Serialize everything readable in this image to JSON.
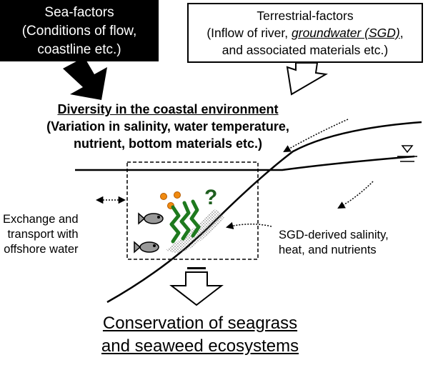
{
  "sea_factors": {
    "title": "Sea-factors",
    "line2": "(Conditions of flow,",
    "line3": "coastline etc.)"
  },
  "terrestrial_factors": {
    "title": "Terrestrial-factors",
    "line2_prefix": "(Inflow of river, ",
    "line2_emph": "groundwater (SGD)",
    "line2_suffix": ",",
    "line3": "and associated materials etc.)"
  },
  "diversity": {
    "title": "Diversity in the coastal environment",
    "line2": "(Variation in salinity, water temperature,",
    "line3": "nutrient, bottom materials etc.)"
  },
  "exchange": {
    "line1": "Exchange and",
    "line2": "transport with",
    "line3": "offshore water"
  },
  "sgd_effects": {
    "line1": "SGD-derived salinity,",
    "line2": "heat, and nutrients"
  },
  "question_mark": "?",
  "conservation": {
    "line1": "Conservation of seagrass",
    "line2": "and seaweed ecosystems"
  },
  "colors": {
    "seaweed": "#1e7a1e",
    "question": "#1e5e1e",
    "nutrient": "#f08a10",
    "fish": "#999999"
  }
}
